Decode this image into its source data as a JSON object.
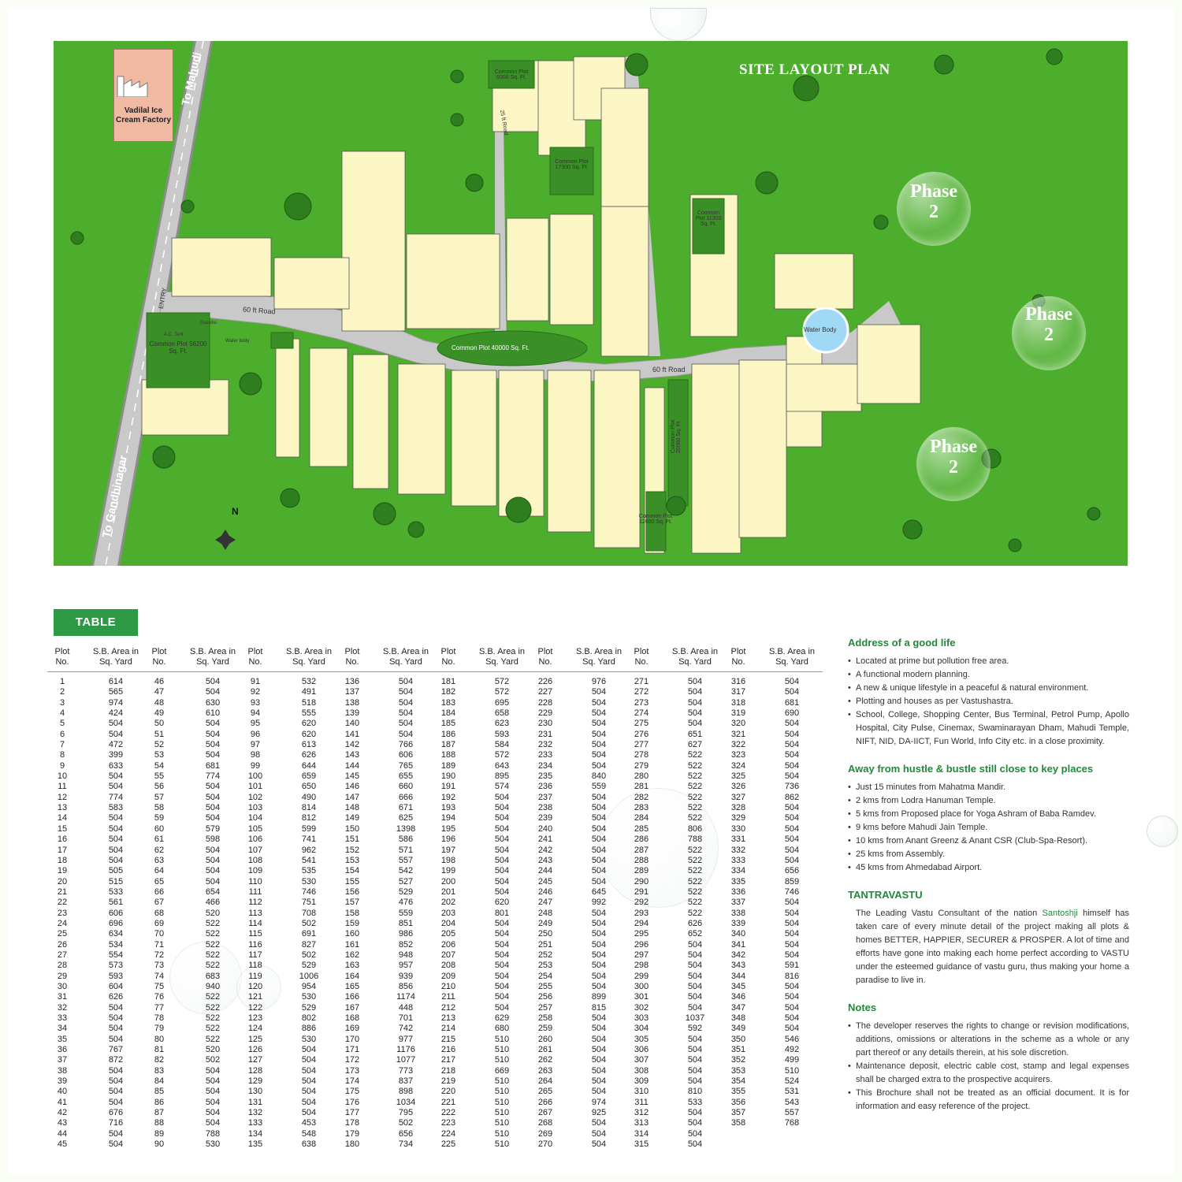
{
  "map": {
    "title": "SITE LAYOUT PLAN",
    "factory": {
      "name": "Vadilal Ice Cream Factory"
    },
    "roads": {
      "to_mahudi": "To Mahudi",
      "to_gandhinagar": "To Gandhinagar",
      "road_60ft": "60 ft Road",
      "road_60ft_2": "60 ft Road",
      "road_25ft": "25 ft Road"
    },
    "entry": "ENTRY",
    "common_plots": {
      "cp_6000": "Common Plot 6000 Sq. Ft.",
      "cp_17300": "Common Plot 17300 Sq. Ft.",
      "cp_11300": "Common Plot 11300 Sq. Ft.",
      "cp_40000": "Common Plot 40000 Sq. Ft.",
      "cp_56200": "Common Plot 56200 Sq. Ft.",
      "cp_20000": "Common Plot 20000 Sq. Ft.",
      "cp_12600": "Common Plot 12600 Sq. Ft."
    },
    "water_body": "Water Body",
    "water_body_small": "Water body",
    "gazebo": "Gazebo",
    "ac_tent": "A.C. Tent",
    "phases": [
      [
        "Phase",
        "2"
      ],
      [
        "Phase",
        "2"
      ],
      [
        "Phase",
        "2"
      ]
    ],
    "north": "N",
    "colors": {
      "grass": "#4cae2c",
      "road": "#c8c8c8",
      "plot_yellow": "#fbf6c4",
      "plot_white": "#f4f4f4",
      "common_green": "#3f9a2a"
    }
  },
  "table": {
    "title": "TABLE",
    "col_plot": "Plot No.",
    "col_area": "S.B. Area in Sq. Yard",
    "columns": [
      {
        "plots": [
          1,
          2,
          3,
          4,
          5,
          6,
          7,
          8,
          9,
          10,
          11,
          12,
          13,
          14,
          15,
          16,
          17,
          18,
          19,
          20,
          21,
          22,
          23,
          24,
          25,
          26,
          27,
          28,
          29,
          30,
          31,
          32,
          33,
          34,
          35,
          36,
          37,
          38,
          39,
          40,
          41,
          42,
          43,
          44,
          45
        ],
        "areas": [
          614,
          565,
          974,
          424,
          504,
          504,
          472,
          399,
          633,
          504,
          504,
          774,
          583,
          504,
          504,
          504,
          504,
          504,
          505,
          515,
          533,
          561,
          606,
          696,
          634,
          534,
          554,
          573,
          593,
          604,
          626,
          504,
          504,
          504,
          504,
          767,
          872,
          504,
          504,
          504,
          504,
          676,
          716,
          504,
          504
        ]
      },
      {
        "plots": [
          46,
          47,
          48,
          49,
          50,
          51,
          52,
          53,
          54,
          55,
          56,
          57,
          58,
          59,
          60,
          61,
          62,
          63,
          64,
          65,
          66,
          67,
          68,
          69,
          70,
          71,
          72,
          73,
          74,
          75,
          76,
          77,
          78,
          79,
          80,
          81,
          82,
          83,
          84,
          85,
          86,
          87,
          88,
          89,
          90
        ],
        "areas": [
          504,
          504,
          630,
          610,
          504,
          504,
          504,
          504,
          681,
          774,
          504,
          504,
          504,
          504,
          579,
          598,
          504,
          504,
          504,
          504,
          654,
          466,
          520,
          522,
          522,
          522,
          522,
          522,
          683,
          940,
          522,
          522,
          522,
          522,
          522,
          520,
          502,
          504,
          504,
          504,
          504,
          504,
          504,
          788,
          530
        ]
      },
      {
        "plots": [
          91,
          92,
          93,
          94,
          95,
          96,
          97,
          98,
          99,
          100,
          101,
          102,
          103,
          104,
          105,
          106,
          107,
          108,
          109,
          110,
          111,
          112,
          113,
          114,
          115,
          116,
          117,
          118,
          119,
          120,
          121,
          122,
          123,
          124,
          125,
          126,
          127,
          128,
          129,
          130,
          131,
          132,
          133,
          134,
          135
        ],
        "areas": [
          532,
          491,
          518,
          555,
          620,
          620,
          613,
          626,
          644,
          659,
          650,
          490,
          814,
          812,
          599,
          741,
          962,
          541,
          535,
          530,
          746,
          751,
          708,
          502,
          691,
          827,
          502,
          529,
          1006,
          954,
          530,
          529,
          802,
          886,
          530,
          504,
          504,
          504,
          504,
          504,
          504,
          504,
          453,
          548,
          638
        ]
      },
      {
        "plots": [
          136,
          137,
          138,
          139,
          140,
          141,
          142,
          143,
          144,
          145,
          146,
          147,
          148,
          149,
          150,
          151,
          152,
          153,
          154,
          155,
          156,
          157,
          158,
          159,
          160,
          161,
          162,
          163,
          164,
          165,
          166,
          167,
          168,
          169,
          170,
          171,
          172,
          173,
          174,
          175,
          176,
          177,
          178,
          179,
          180
        ],
        "areas": [
          504,
          504,
          504,
          504,
          504,
          504,
          766,
          606,
          765,
          655,
          660,
          666,
          671,
          625,
          1398,
          586,
          571,
          557,
          542,
          527,
          529,
          476,
          559,
          851,
          986,
          852,
          948,
          957,
          939,
          856,
          1174,
          448,
          701,
          742,
          977,
          1176,
          1077,
          773,
          837,
          898,
          1034,
          795,
          502,
          656,
          734
        ]
      },
      {
        "plots": [
          181,
          182,
          183,
          184,
          185,
          186,
          187,
          188,
          189,
          190,
          191,
          192,
          193,
          194,
          195,
          196,
          197,
          198,
          199,
          200,
          201,
          202,
          203,
          204,
          205,
          206,
          207,
          208,
          209,
          210,
          211,
          212,
          213,
          214,
          215,
          216,
          217,
          218,
          219,
          220,
          221,
          222,
          223,
          224,
          225
        ],
        "areas": [
          572,
          572,
          695,
          658,
          623,
          593,
          584,
          572,
          643,
          895,
          574,
          504,
          504,
          504,
          504,
          504,
          504,
          504,
          504,
          504,
          504,
          620,
          801,
          504,
          504,
          504,
          504,
          504,
          504,
          504,
          504,
          504,
          629,
          680,
          510,
          510,
          510,
          669,
          510,
          510,
          510,
          510,
          510,
          510,
          510
        ]
      },
      {
        "plots": [
          226,
          227,
          228,
          229,
          230,
          231,
          232,
          233,
          234,
          235,
          236,
          237,
          238,
          239,
          240,
          241,
          242,
          243,
          244,
          245,
          246,
          247,
          248,
          249,
          250,
          251,
          252,
          253,
          254,
          255,
          256,
          257,
          258,
          259,
          260,
          261,
          262,
          263,
          264,
          265,
          266,
          267,
          268,
          269,
          270
        ],
        "areas": [
          976,
          504,
          504,
          504,
          504,
          504,
          504,
          504,
          504,
          840,
          559,
          504,
          504,
          504,
          504,
          504,
          504,
          504,
          504,
          504,
          645,
          992,
          504,
          504,
          504,
          504,
          504,
          504,
          504,
          504,
          899,
          815,
          504,
          504,
          504,
          504,
          504,
          504,
          504,
          504,
          974,
          925,
          504,
          504,
          504
        ]
      },
      {
        "plots": [
          271,
          272,
          273,
          274,
          275,
          276,
          277,
          278,
          279,
          280,
          281,
          282,
          283,
          284,
          285,
          286,
          287,
          288,
          289,
          290,
          291,
          292,
          293,
          294,
          295,
          296,
          297,
          298,
          299,
          300,
          301,
          302,
          303,
          304,
          305,
          306,
          307,
          308,
          309,
          310,
          311,
          312,
          313,
          314,
          315
        ],
        "areas": [
          504,
          504,
          504,
          504,
          504,
          651,
          627,
          522,
          522,
          522,
          522,
          522,
          522,
          522,
          806,
          788,
          522,
          522,
          522,
          522,
          522,
          522,
          522,
          626,
          652,
          504,
          504,
          504,
          504,
          504,
          504,
          504,
          1037,
          592,
          504,
          504,
          504,
          504,
          504,
          810,
          533,
          504,
          504,
          504,
          504
        ]
      },
      {
        "plots": [
          316,
          317,
          318,
          319,
          320,
          321,
          322,
          323,
          324,
          325,
          326,
          327,
          328,
          329,
          330,
          331,
          332,
          333,
          334,
          335,
          336,
          337,
          338,
          339,
          340,
          341,
          342,
          343,
          344,
          345,
          346,
          347,
          348,
          349,
          350,
          351,
          352,
          353,
          354,
          355,
          356,
          357,
          358
        ],
        "areas": [
          504,
          504,
          681,
          690,
          504,
          504,
          504,
          504,
          504,
          504,
          736,
          862,
          504,
          504,
          504,
          504,
          504,
          504,
          656,
          859,
          746,
          504,
          504,
          504,
          504,
          504,
          504,
          591,
          816,
          504,
          504,
          504,
          504,
          504,
          546,
          492,
          499,
          510,
          524,
          531,
          543,
          557,
          768
        ]
      }
    ]
  },
  "side": {
    "address_title": "Address of a good life",
    "address_items": [
      "Located at prime but pollution free area.",
      "A functional modern planning.",
      "A new & unique lifestyle in a peaceful & natural environment.",
      "Plotting and houses as per Vastushastra.",
      "School, College, Shopping Center, Bus Terminal, Petrol Pump, Apollo Hospital, City Pulse, Cinemax, Swaminarayan Dham, Mahudi Temple, NIFT, NID, DA-IICT, Fun World, Info City etc. in a close proximity."
    ],
    "away_title": "Away from hustle & bustle still close to key places",
    "away_items": [
      "Just 15 minutes from Mahatma Mandir.",
      "2 kms from Lodra Hanuman Temple.",
      "5 kms from Proposed place for Yoga Ashram of Baba Ramdev.",
      "9 kms before Mahudi Jain Temple.",
      "10 kms from Anant Greenz & Anant CSR (Club-Spa-Resort).",
      "25 kms from Assembly.",
      "45 kms from Ahmedabad Airport."
    ],
    "tantra_title": "TANTRAVASTU",
    "tantra_pre": "The Leading Vastu Consultant of the nation ",
    "tantra_name": "Santoshji",
    "tantra_post": " himself has taken care of every minute detail of the project making all plots & homes BETTER, HAPPIER, SECURER & PROSPER. A lot of time and efforts have gone into making each home perfect according to VASTU under the esteemed guidance of vastu guru, thus making your home a paradise to live in.",
    "notes_title": "Notes",
    "notes_items": [
      "The developer reserves the rights to change or revision modifications, additions, omissions or alterations in the scheme as a whole or any part thereof or any details therein, at his sole discretion.",
      "Maintenance deposit, electric cable cost, stamp and legal expenses shall be charged extra to the prospective acquirers.",
      "This Brochure shall not be treated as an official document. It is for information and easy reference of the project."
    ]
  }
}
